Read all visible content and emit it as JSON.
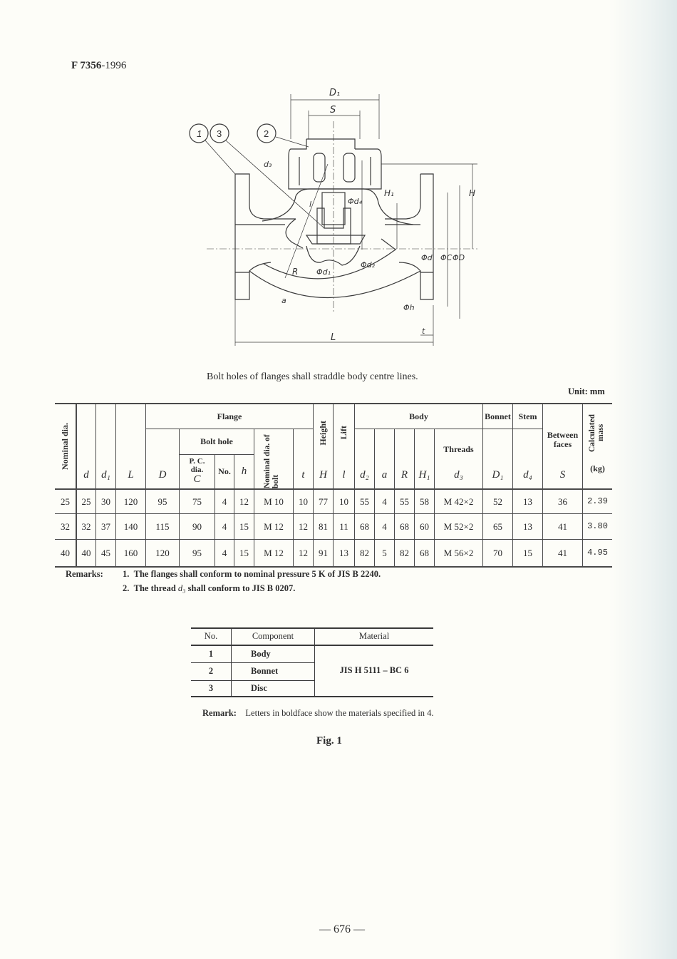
{
  "header": {
    "doc_code": "F 7356",
    "doc_year": "-1996"
  },
  "figure": {
    "balloons": [
      "1",
      "3",
      "2"
    ],
    "dimension_labels": [
      "D1",
      "S",
      "d3",
      "d4",
      "l",
      "H1",
      "H",
      "d",
      "C",
      "D",
      "R",
      "d1",
      "d2",
      "a",
      "h",
      "t",
      "L"
    ],
    "caption": "Bolt holes of flanges shall straddle body centre lines."
  },
  "unit": "Unit: mm",
  "table": {
    "headers": {
      "nominal_dia": "Nominal dia.",
      "d": "d",
      "d1": "d₁",
      "L": "L",
      "flange": "Flange",
      "D": "D",
      "bolt_hole": "Bolt hole",
      "pc_dia": "P. C. dia.",
      "C": "C",
      "no": "No.",
      "h": "h",
      "nominal_bolt": "Nominal dia. of bolt",
      "t": "t",
      "height": "Height",
      "H": "H",
      "lift": "Lift",
      "l": "l",
      "body": "Body",
      "d2": "d₂",
      "a": "a",
      "R": "R",
      "H1": "H₁",
      "threads": "Threads",
      "d3": "d₃",
      "bonnet": "Bonnet",
      "D1": "D₁",
      "stem": "Stem",
      "d4": "d₄",
      "between_faces": "Between faces",
      "S": "S",
      "calc_mass": "Calculated mass",
      "kg": "(kg)"
    },
    "rows": [
      [
        "25",
        "25",
        "30",
        "120",
        "95",
        "75",
        "4",
        "12",
        "M 10",
        "10",
        "77",
        "10",
        "55",
        "4",
        "55",
        "58",
        "M 42×2",
        "52",
        "13",
        "36",
        "2.39"
      ],
      [
        "32",
        "32",
        "37",
        "140",
        "115",
        "90",
        "4",
        "15",
        "M 12",
        "12",
        "81",
        "11",
        "68",
        "4",
        "68",
        "60",
        "M 52×2",
        "65",
        "13",
        "41",
        "3.80"
      ],
      [
        "40",
        "40",
        "45",
        "160",
        "120",
        "95",
        "4",
        "15",
        "M 12",
        "12",
        "91",
        "13",
        "82",
        "5",
        "82",
        "68",
        "M 56×2",
        "70",
        "15",
        "41",
        "4.95"
      ]
    ]
  },
  "remarks": {
    "label": "Remarks:",
    "item1_prefix": "1.",
    "item1_text": "The flanges shall conform to nominal pressure 5 K of ",
    "item1_ref": "JIS B 2240.",
    "item2_prefix": "2.",
    "item2_text_a": "The thread ",
    "item2_sym": "d₃",
    "item2_text_b": " shall conform to ",
    "item2_ref": "JIS B 0207."
  },
  "materials": {
    "headers": {
      "no": "No.",
      "component": "Component",
      "material": "Material"
    },
    "rows": [
      {
        "no": "1",
        "component": "Body"
      },
      {
        "no": "2",
        "component": "Bonnet"
      },
      {
        "no": "3",
        "component": "Disc"
      }
    ],
    "material_value": "JIS H 5111 – BC 6",
    "remark_label": "Remark:",
    "remark_text": "Letters in boldface show the materials specified in 4."
  },
  "fig_label": "Fig. 1",
  "page_number": "— 676 —"
}
